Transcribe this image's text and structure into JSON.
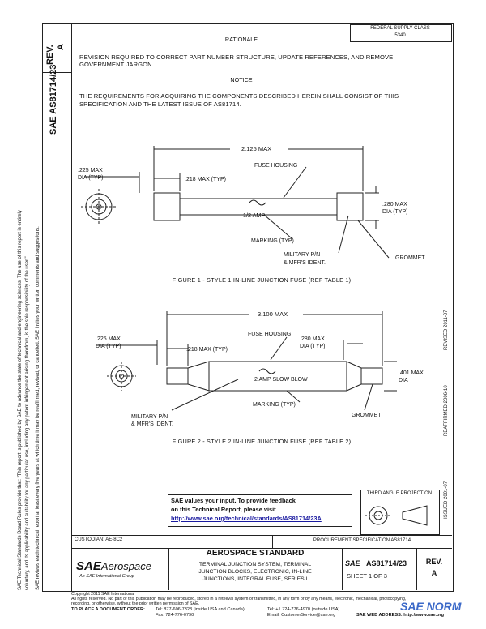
{
  "header": {
    "federal_stamp_line1": "FEDERAL SUPPLY CLASS",
    "federal_stamp_line2": "5340",
    "rev_label": "REV.",
    "rev_value": "A",
    "doc_vertical": "SAE AS81714/23"
  },
  "rationale": {
    "title": "RATIONALE",
    "text_line1": "REVISION REQUIRED TO CORRECT PART NUMBER STRUCTURE, UPDATE REFERENCES, AND REMOVE",
    "text_line2": "GOVERNMENT JARGON."
  },
  "notice": {
    "title": "NOTICE",
    "text_line1": "THE REQUIREMENTS FOR ACQUIRING THE COMPONENTS DESCRIBED HEREIN SHALL CONSIST OF THIS",
    "text_line2": "SPECIFICATION AND THE LATEST ISSUE OF AS81714."
  },
  "figure1": {
    "dim_length": "2.125 MAX",
    "dim_dia_left1": ".225 MAX",
    "dim_dia_left2": "DIA (TYP)",
    "dim_cap": ".218 MAX (TYP)",
    "fuse_housing": "FUSE HOUSING",
    "amp": "1/2 AMP",
    "dim_dia_right1": ".280 MAX",
    "dim_dia_right2": "DIA (TYP)",
    "marking": "MARKING (TYP)",
    "military1": "MILITARY P/N",
    "military2": "& MFR'S IDENT.",
    "grommet": "GROMMET",
    "caption": "FIGURE 1 - STYLE 1 IN-LINE JUNCTION FUSE (REF TABLE 1)"
  },
  "figure2": {
    "dim_length": "3.100 MAX",
    "dim_dia_left1": ".225 MAX",
    "dim_dia_left2": "DIA (TYP)",
    "dim_cap": ".218 MAX (TYP)",
    "fuse_housing": "FUSE HOUSING",
    "dim_mid1": ".280 MAX",
    "dim_mid2": "DIA (TYP)",
    "dim_dia_right1": ".401 MAX",
    "dim_dia_right2": "DIA",
    "amp": "2 AMP SLOW BLOW",
    "marking": "MARKING (TYP)",
    "military1": "MILITARY P/N",
    "military2": "& MFR'S IDENT.",
    "grommet": "GROMMET",
    "caption": "FIGURE 2 - STYLE 2 IN-LINE JUNCTION FUSE (REF TABLE 2)"
  },
  "projection_label": "THIRD ANGLE PROJECTION",
  "feedback": {
    "line1": "SAE values your input. To provide feedback",
    "line2": "on this Technical Report, please visit",
    "link": "http://www.sae.org/technical/standards/AS81714/23A"
  },
  "right_vertical": {
    "issued": "ISSUED 2001-07",
    "reaffirmed": "REAFFIRMED 2006-10",
    "revised": "REVISED 2011-07"
  },
  "left_disclaimer": {
    "line1": "SAE Technical Standards Board Rules provide that: \"This report is published by SAE to advance the state of technical and engineering sciences. The use of this report is entirely",
    "line2": "voluntary, and its applicability and suitability for any particular use, including any patent infringement arising therefrom, is the sole responsibility of the user.\"",
    "line3": "SAE reviews each technical report at least every five years at which time it may be reaffirmed, revised, or cancelled. SAE invites your written comments and suggestions."
  },
  "title_block": {
    "custodian": "CUSTODIAN: AE-8C2",
    "procurement": "PROCUREMENT SPECIFICATION AS81714",
    "logo_sae": "SAE",
    "logo_aerospace": "Aerospace",
    "logo_sub": "An SAE International Group",
    "standard": "AEROSPACE STANDARD",
    "desc1": "TERMINAL JUNCTION SYSTEM, TERMINAL",
    "desc2": "JUNCTION BLOCKS, ELECTRONIC, IN-LINE",
    "desc3": "JUNCTIONS, INTEGRAL FUSE, SERIES I",
    "sae_small": "SAE",
    "doc_number": "AS81714/23",
    "sheet": "SHEET 1 OF 3",
    "rev_label": "REV.",
    "rev_value": "A"
  },
  "footer": {
    "copyright": "Copyright 2011 SAE International",
    "rights": "All rights reserved. No part of this publication may be reproduced, stored in a retrieval system or transmitted, in any form or by any means, electronic, mechanical, photocopying,",
    "rights2": "recording, or otherwise, without the prior written permission of SAE.",
    "order": "TO PLACE A DOCUMENT ORDER:",
    "tel1": "Tel: 877-606-7323 (inside USA and Canada)",
    "fax": "Fax: 724-776-0790",
    "tel2": "Tel: +1 724-776-4970 (outside USA)",
    "email": "Email: CustomerService@sae.org",
    "web": "SAE WEB ADDRESS: http://www.sae.org",
    "watermark": "SAE NORM"
  }
}
